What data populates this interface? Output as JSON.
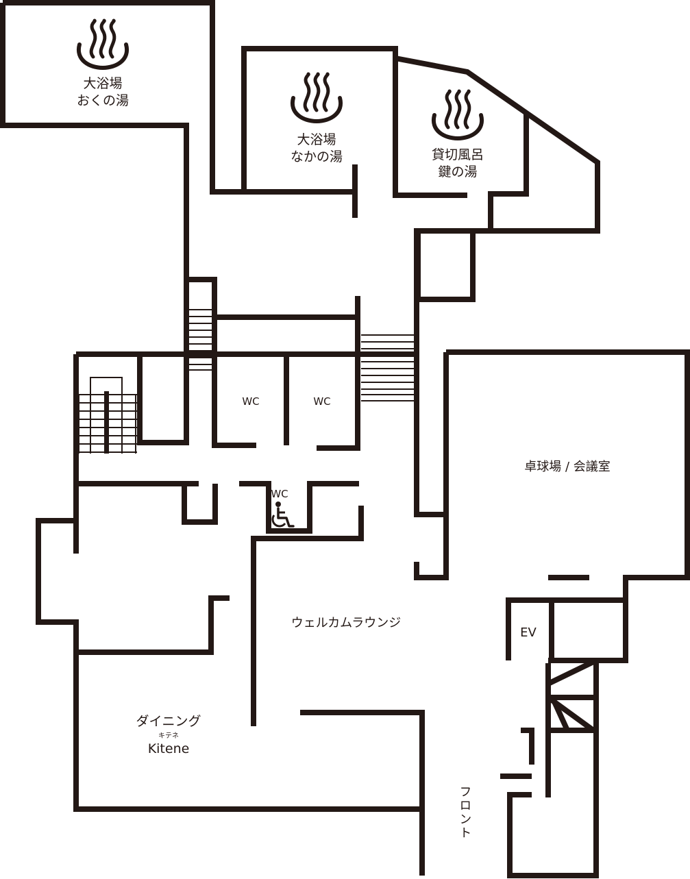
{
  "colors": {
    "wall": "#231815",
    "background": "#ffffff"
  },
  "rooms": {
    "oku": {
      "line1": "大浴場",
      "line2": "おくの湯",
      "icon": "hot-spring-icon"
    },
    "naka": {
      "line1": "大浴場",
      "line2": "なかの湯",
      "icon": "hot-spring-icon"
    },
    "kagi": {
      "line1": "貸切風呂",
      "line2": "鍵の湯",
      "icon": "hot-spring-icon"
    },
    "wc_left": "WC",
    "wc_right": "WC",
    "wc_accessible": {
      "label": "WC",
      "icon": "wheelchair-icon"
    },
    "pingpong": "卓球場 / 会議室",
    "lounge": "ウェルカムラウンジ",
    "ev": "EV",
    "dining": {
      "line1": "ダイニング",
      "ruby": "キテネ",
      "line2": "Kitene"
    },
    "front": "フロント"
  }
}
